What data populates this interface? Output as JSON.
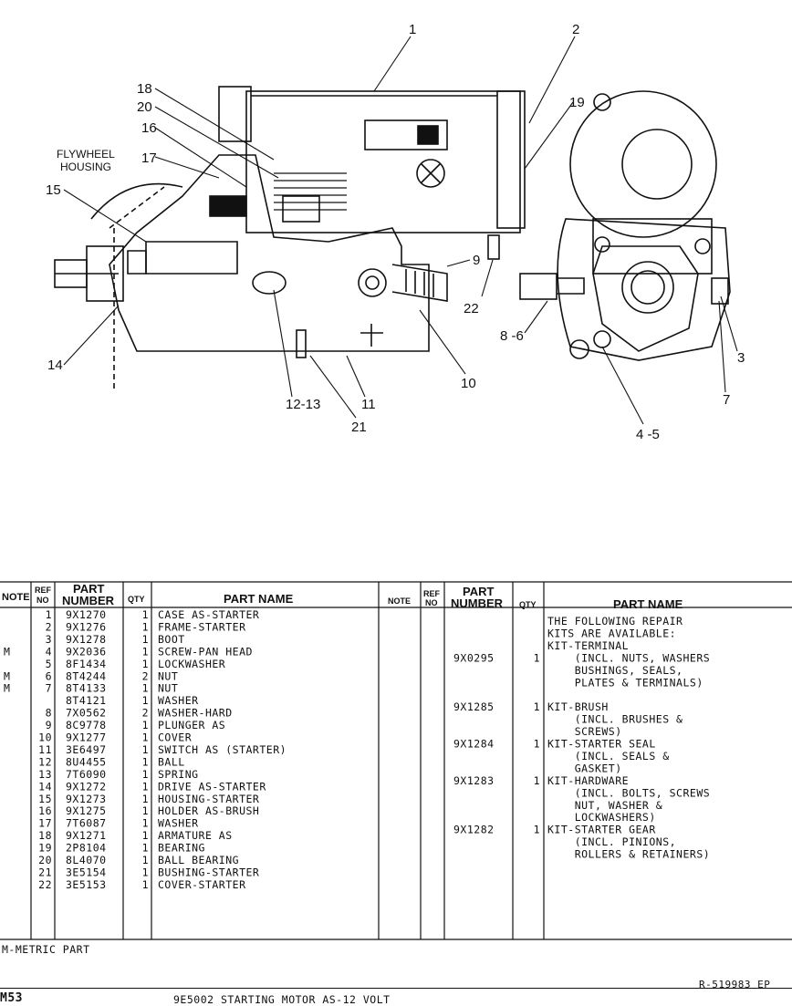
{
  "diagram": {
    "callouts": [
      "1",
      "2",
      "19",
      "18",
      "20",
      "16",
      "17",
      "15",
      "14",
      "9",
      "22",
      "8 -6",
      "3",
      "7",
      "4 -5",
      "10",
      "11",
      "21",
      "12-13"
    ],
    "flywheel_label_1": "FLYWHEEL",
    "flywheel_label_2": "HOUSING"
  },
  "table": {
    "headers_left": {
      "note": "NOTE",
      "ref": "REF",
      "ref2": "NO",
      "pn": "PART",
      "pn2": "NUMBER",
      "qty": "QTY",
      "name": "PART NAME"
    },
    "headers_right": {
      "note": "NOTE",
      "ref": "REF",
      "ref2": "NO",
      "pn": "PART",
      "pn2": "NUMBER",
      "qty": "QTY",
      "name": "PART NAME"
    },
    "rows": [
      {
        "note": "",
        "ref": "1",
        "pn": "9X1270",
        "qty": "1",
        "name": "CASE AS-STARTER"
      },
      {
        "note": "",
        "ref": "2",
        "pn": "9X1276",
        "qty": "1",
        "name": "FRAME-STARTER"
      },
      {
        "note": "",
        "ref": "3",
        "pn": "9X1278",
        "qty": "1",
        "name": "BOOT"
      },
      {
        "note": "M",
        "ref": "4",
        "pn": "9X2036",
        "qty": "1",
        "name": "SCREW-PAN HEAD"
      },
      {
        "note": "",
        "ref": "5",
        "pn": "8F1434",
        "qty": "1",
        "name": "LOCKWASHER"
      },
      {
        "note": "M",
        "ref": "6",
        "pn": "8T4244",
        "qty": "2",
        "name": "NUT"
      },
      {
        "note": "M",
        "ref": "7",
        "pn": "8T4133",
        "qty": "1",
        "name": "NUT"
      },
      {
        "note": "",
        "ref": "",
        "pn": "8T4121",
        "qty": "1",
        "name": "WASHER"
      },
      {
        "note": "",
        "ref": "8",
        "pn": "7X0562",
        "qty": "2",
        "name": "WASHER-HARD"
      },
      {
        "note": "",
        "ref": "9",
        "pn": "8C9778",
        "qty": "1",
        "name": "PLUNGER AS"
      },
      {
        "note": "",
        "ref": "10",
        "pn": "9X1277",
        "qty": "1",
        "name": "COVER"
      },
      {
        "note": "",
        "ref": "11",
        "pn": "3E6497",
        "qty": "1",
        "name": "SWITCH AS (STARTER)"
      },
      {
        "note": "",
        "ref": "12",
        "pn": "8U4455",
        "qty": "1",
        "name": "BALL"
      },
      {
        "note": "",
        "ref": "13",
        "pn": "7T6090",
        "qty": "1",
        "name": "SPRING"
      },
      {
        "note": "",
        "ref": "14",
        "pn": "9X1272",
        "qty": "1",
        "name": "DRIVE AS-STARTER"
      },
      {
        "note": "",
        "ref": "15",
        "pn": "9X1273",
        "qty": "1",
        "name": "HOUSING-STARTER"
      },
      {
        "note": "",
        "ref": "16",
        "pn": "9X1275",
        "qty": "1",
        "name": "HOLDER AS-BRUSH"
      },
      {
        "note": "",
        "ref": "17",
        "pn": "7T6087",
        "qty": "1",
        "name": "WASHER"
      },
      {
        "note": "",
        "ref": "18",
        "pn": "9X1271",
        "qty": "1",
        "name": "ARMATURE AS"
      },
      {
        "note": "",
        "ref": "19",
        "pn": "2P8104",
        "qty": "1",
        "name": "BEARING"
      },
      {
        "note": "",
        "ref": "20",
        "pn": "8L4070",
        "qty": "1",
        "name": "BALL BEARING"
      },
      {
        "note": "",
        "ref": "21",
        "pn": "3E5154",
        "qty": "1",
        "name": "BUSHING-STARTER"
      },
      {
        "note": "",
        "ref": "22",
        "pn": "3E5153",
        "qty": "1",
        "name": "COVER-STARTER"
      }
    ],
    "right_rows": [
      {
        "pn": "",
        "qty": "",
        "name": "THE FOLLOWING REPAIR"
      },
      {
        "pn": "",
        "qty": "",
        "name": "KITS ARE AVAILABLE:"
      },
      {
        "pn": "",
        "qty": "",
        "name": "KIT-TERMINAL"
      },
      {
        "pn": "9X0295",
        "qty": "1",
        "name": "    (INCL. NUTS, WASHERS"
      },
      {
        "pn": "",
        "qty": "",
        "name": "    BUSHINGS, SEALS,"
      },
      {
        "pn": "",
        "qty": "",
        "name": "    PLATES & TERMINALS)"
      },
      {
        "pn": "",
        "qty": "",
        "name": ""
      },
      {
        "pn": "9X1285",
        "qty": "1",
        "name": "KIT-BRUSH"
      },
      {
        "pn": "",
        "qty": "",
        "name": "    (INCL. BRUSHES &"
      },
      {
        "pn": "",
        "qty": "",
        "name": "    SCREWS)"
      },
      {
        "pn": "9X1284",
        "qty": "1",
        "name": "KIT-STARTER SEAL"
      },
      {
        "pn": "",
        "qty": "",
        "name": "    (INCL. SEALS &"
      },
      {
        "pn": "",
        "qty": "",
        "name": "    GASKET)"
      },
      {
        "pn": "9X1283",
        "qty": "1",
        "name": "KIT-HARDWARE"
      },
      {
        "pn": "",
        "qty": "",
        "name": "    (INCL. BOLTS, SCREWS"
      },
      {
        "pn": "",
        "qty": "",
        "name": "    NUT, WASHER &"
      },
      {
        "pn": "",
        "qty": "",
        "name": "    LOCKWASHERS)"
      },
      {
        "pn": "9X1282",
        "qty": "1",
        "name": "KIT-STARTER GEAR"
      },
      {
        "pn": "",
        "qty": "",
        "name": "    (INCL. PINIONS,"
      },
      {
        "pn": "",
        "qty": "",
        "name": "    ROLLERS & RETAINERS)"
      }
    ]
  },
  "footer": {
    "metric_note": "M-METRIC PART",
    "ref_code": "R-519983 EP",
    "page_id": "M53",
    "caption": "9E5002 STARTING MOTOR AS-12 VOLT"
  }
}
